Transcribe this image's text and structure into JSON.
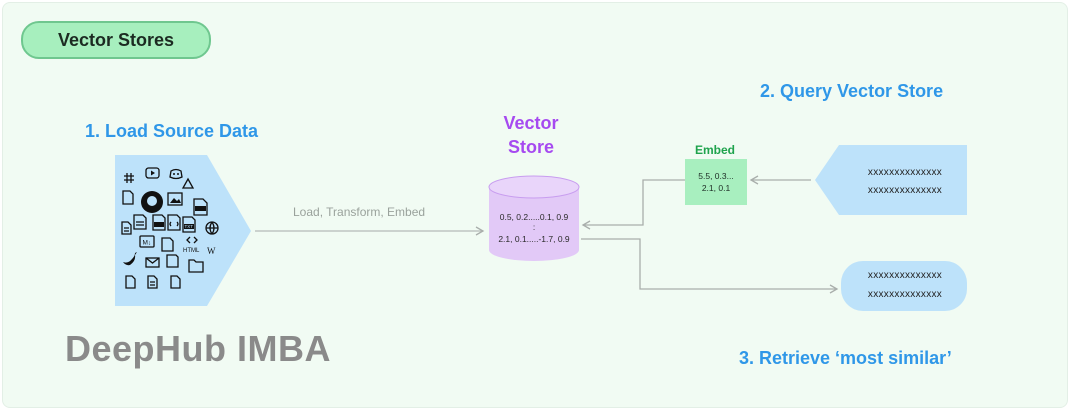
{
  "title": "Vector Stores",
  "steps": {
    "load": "1. Load Source Data",
    "query": "2. Query Vector Store",
    "retrieve": "3. Retrieve ‘most similar’"
  },
  "vector_store": {
    "title_line1": "Vector",
    "title_line2": "Store",
    "row1": "0.5, 0.2.....0.1, 0.9",
    "dots": ":",
    "row2": "2.1, 0.1.....-1.7, 0.9"
  },
  "embed": {
    "label": "Embed",
    "line1": "5.5,   0.3...",
    "line2": "2.1, 0.1"
  },
  "query_box": {
    "line1": "xxxxxxxxxxxxxx",
    "line2": "xxxxxxxxxxxxxx"
  },
  "result_box": {
    "line1": "xxxxxxxxxxxxxx",
    "line2": "xxxxxxxxxxxxxx"
  },
  "load_arrow_label": "Load, Transform, Embed",
  "brand": "DeepHub IMBA",
  "source_icons": {
    "html_label": "HTML",
    "txt_label": "TXT",
    "md_label": "M↓",
    "csv_label": "CSV",
    "wiki_label": "W"
  },
  "colors": {
    "title_pill": "#a7efbe",
    "step_blue": "#2f97e8",
    "vector_purple": "#a64af0",
    "cylinder": "#e2c9f7",
    "source_chevron": "#bde2fa",
    "embed_green": "#a8efbf",
    "arrow_gray": "#a9aeab"
  }
}
